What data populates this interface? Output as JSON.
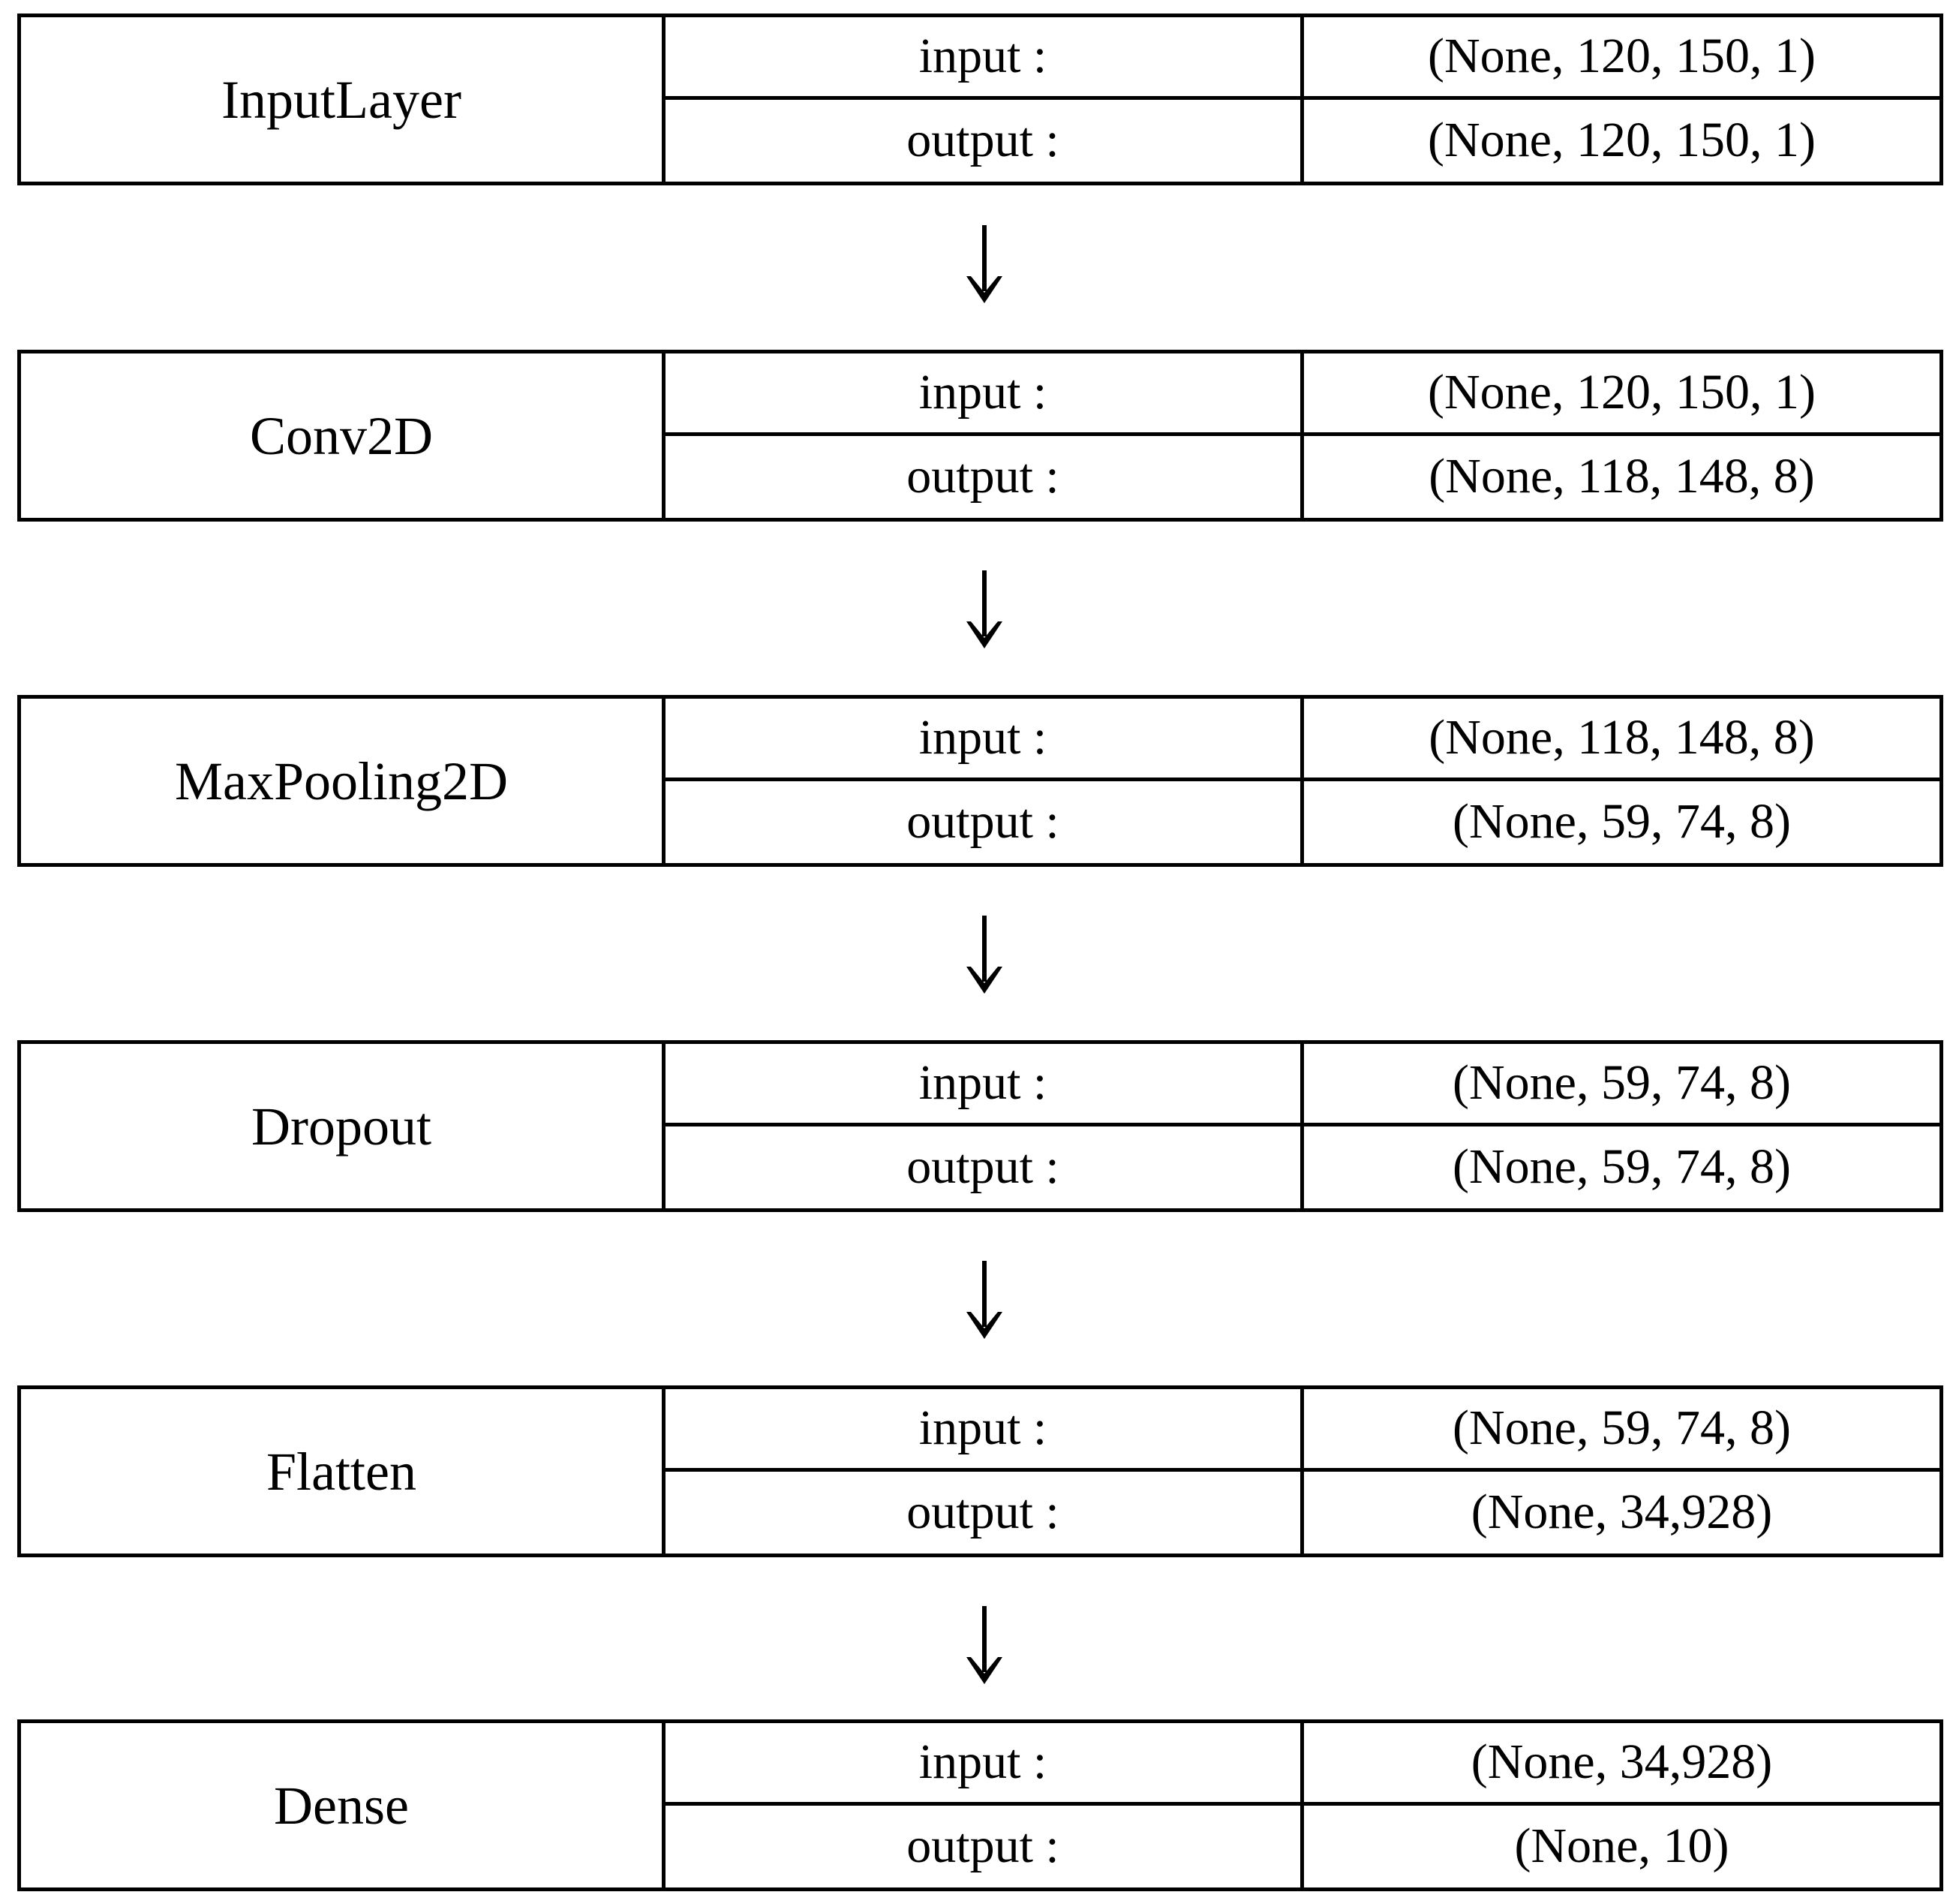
{
  "diagram": {
    "type": "keras-model-architecture",
    "orientation": "vertical-top-to-bottom",
    "row_labels": {
      "input": "input :",
      "output": "output :"
    },
    "connector": "down-arrow",
    "colors": {
      "line": "#000000",
      "background": "#ffffff",
      "text": "#000000"
    },
    "layers": [
      {
        "name": "InputLayer",
        "input_label": "input :",
        "input_shape": "(None, 120, 150, 1)",
        "output_label": "output :",
        "output_shape": "(None, 120, 150, 1)"
      },
      {
        "name": "Conv2D",
        "input_label": "input :",
        "input_shape": "(None, 120, 150, 1)",
        "output_label": "output :",
        "output_shape": "(None, 118, 148, 8)"
      },
      {
        "name": "MaxPooling2D",
        "input_label": "input :",
        "input_shape": "(None, 118, 148, 8)",
        "output_label": "output :",
        "output_shape": "(None, 59, 74, 8)"
      },
      {
        "name": "Dropout",
        "input_label": "input :",
        "input_shape": "(None, 59, 74, 8)",
        "output_label": "output :",
        "output_shape": "(None, 59, 74, 8)"
      },
      {
        "name": "Flatten",
        "input_label": "input :",
        "input_shape": "(None, 59, 74, 8)",
        "output_label": "output :",
        "output_shape": "(None, 34,928)"
      },
      {
        "name": "Dense",
        "input_label": "input :",
        "input_shape": "(None, 34,928)",
        "output_label": "output :",
        "output_shape": "(None, 10)"
      }
    ]
  }
}
